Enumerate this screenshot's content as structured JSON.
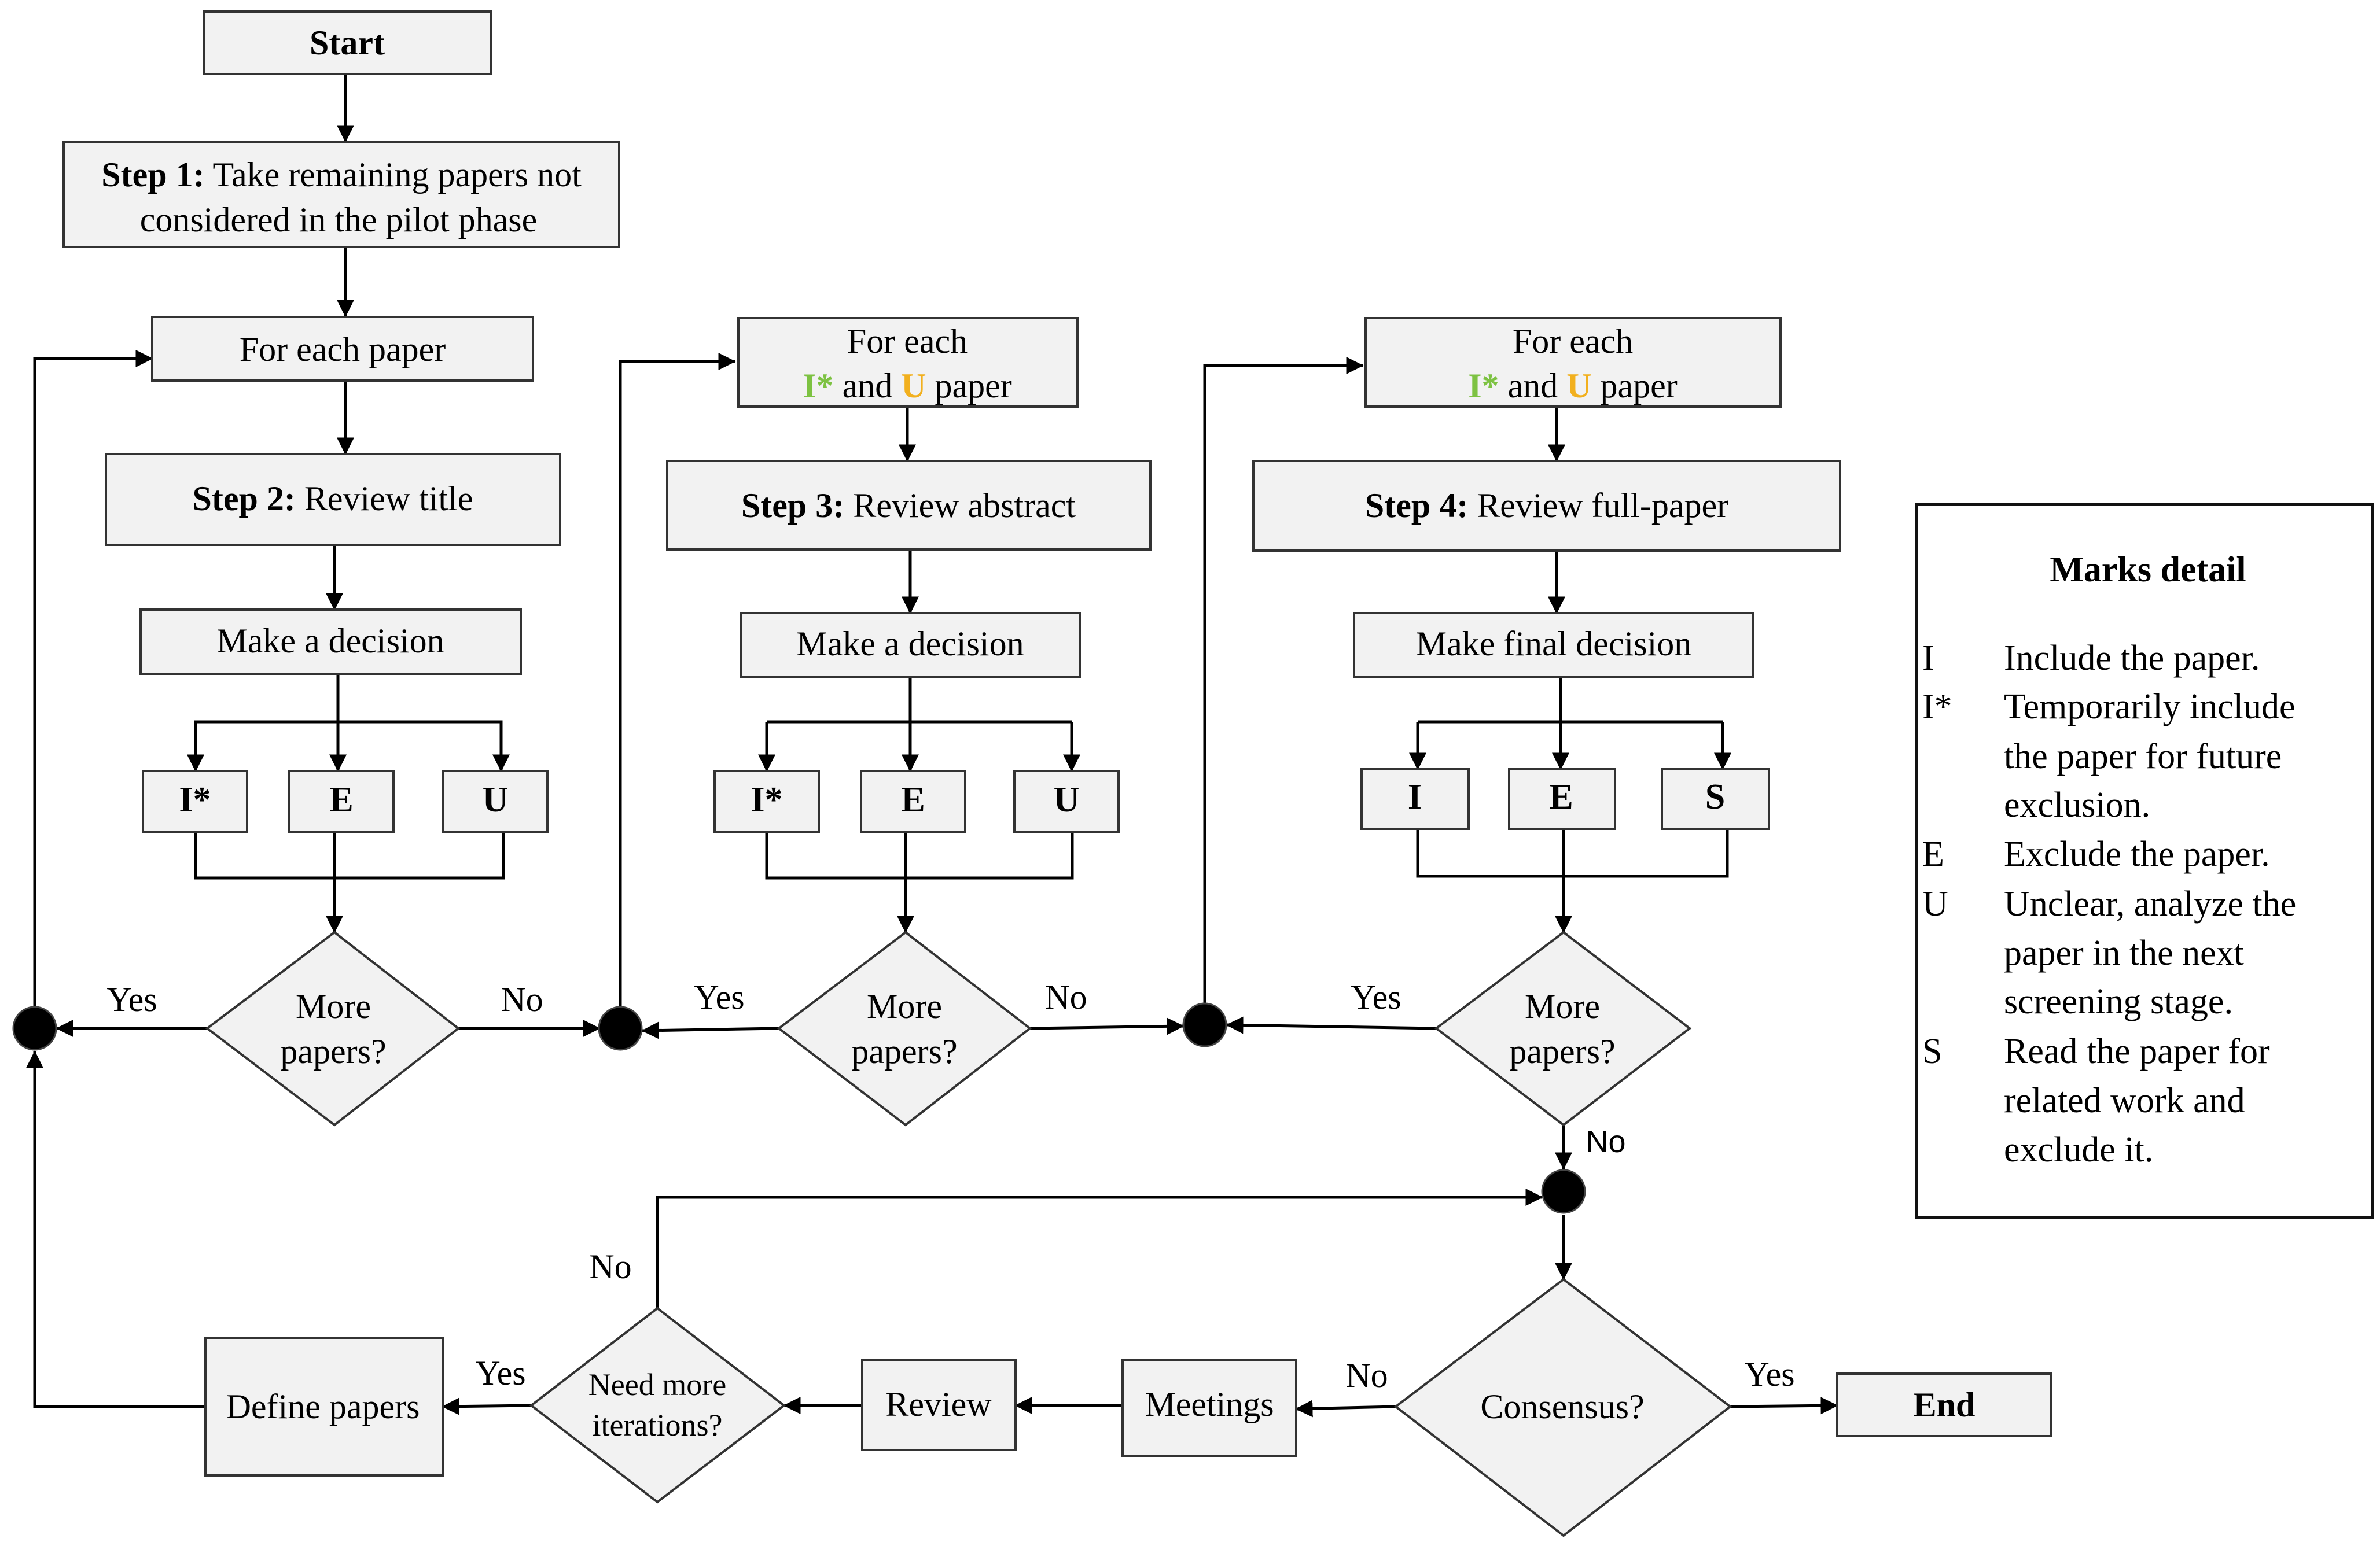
{
  "colors": {
    "I": "#4aa84a",
    "I_star": "#7dc242",
    "E": "#e8191f",
    "U": "#f2b01e",
    "S": "#1f2a6e"
  },
  "nodes": {
    "start": "Start",
    "step1": {
      "bold": "Step 1:",
      "line1": " Take remaining papers not",
      "line2": "considered in the pilot phase"
    },
    "for_each_paper": "For each paper",
    "step2": {
      "bold": "Step 2:",
      "rest": " Review title"
    },
    "decision1": "Make a decision",
    "for_each_2": {
      "line1": "For each",
      "mark1": "I*",
      "mid": " and ",
      "mark2": "U",
      "tail": " paper"
    },
    "step3": {
      "bold": "Step 3:",
      "rest": " Review abstract"
    },
    "decision2": "Make a decision",
    "for_each_3": {
      "line1": "For each",
      "mark1": "I*",
      "mid": " and ",
      "mark2": "U",
      "tail": " paper"
    },
    "step4": {
      "bold": "Step 4:",
      "rest": " Review full-paper"
    },
    "decision3": "Make final decision",
    "marks_step2": [
      "I*",
      "E",
      "U"
    ],
    "marks_step3": [
      "I*",
      "E",
      "U"
    ],
    "marks_step4": [
      "I",
      "E",
      "S"
    ],
    "more_papers": {
      "line1": "More",
      "line2": "papers?"
    },
    "consensus": "Consensus?",
    "meetings": "Meetings",
    "review": "Review",
    "need_more": {
      "line1": "Need more",
      "line2": "iterations?"
    },
    "define_papers": "Define papers",
    "end": "End"
  },
  "edge_labels": {
    "yes": "Yes",
    "no": "No"
  },
  "legend": {
    "title": "Marks detail",
    "items": [
      {
        "mark": "I",
        "lines": [
          "Include the paper."
        ]
      },
      {
        "mark": "I*",
        "lines": [
          "Temporarily include",
          "the paper for future",
          "exclusion."
        ]
      },
      {
        "mark": "E",
        "lines": [
          "Exclude the paper."
        ]
      },
      {
        "mark": "U",
        "lines": [
          "Unclear, analyze the",
          "paper in the next",
          "screening stage."
        ]
      },
      {
        "mark": "S",
        "lines": [
          "Read the paper for",
          "related work and",
          "exclude it."
        ]
      }
    ]
  }
}
